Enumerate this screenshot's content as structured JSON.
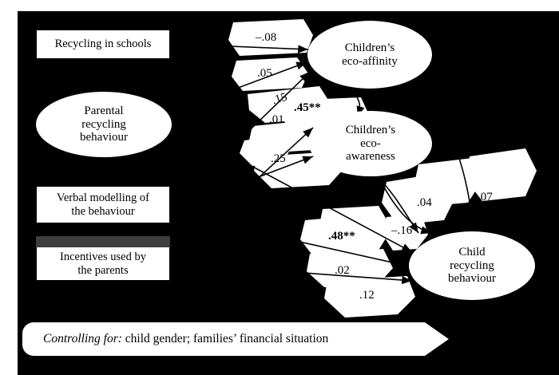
{
  "figure": {
    "type": "path-diagram",
    "background_color": "#000000",
    "node_fill": "#ffffff",
    "band_color": "#3d3d3d"
  },
  "predictors": [
    {
      "id": "recycling-in-schools",
      "label": "Recycling in schools",
      "shape": "rectangle"
    },
    {
      "id": "parental-recycling-behaviour",
      "label": "Parental\nrecycling\nbehaviour",
      "shape": "ellipse"
    },
    {
      "id": "verbal-modelling",
      "label": "Verbal modelling of\nthe behaviour",
      "shape": "rectangle"
    },
    {
      "id": "incentives",
      "label": "Incentives used by\nthe parents",
      "shape": "rectangle"
    }
  ],
  "mediators": [
    {
      "id": "childrens-eco-affinity",
      "label": "Children’s\neco-affinity",
      "shape": "ellipse"
    },
    {
      "id": "childrens-eco-awareness",
      "label": "Children’s\neco-\nawareness",
      "shape": "ellipse"
    }
  ],
  "outcome": {
    "id": "child-recycling-behaviour",
    "label": "Child\nrecycling\nbehaviour",
    "shape": "ellipse"
  },
  "paths": [
    {
      "id": "p1",
      "value": "–.08",
      "bold": false,
      "from": "recycling-in-schools",
      "to": "childrens-eco-affinity"
    },
    {
      "id": "p2",
      "value": ".05",
      "bold": false,
      "from": "parental-recycling-behaviour",
      "to": "childrens-eco-affinity"
    },
    {
      "id": "p3",
      "value": ".15",
      "bold": false,
      "from": "verbal-modelling",
      "to": "childrens-eco-affinity"
    },
    {
      "id": "p4",
      "value": ".45**",
      "bold": true,
      "from": "childrens-eco-affinity",
      "to": "childrens-eco-awareness"
    },
    {
      "id": "p5",
      "value": ".01",
      "bold": false,
      "from": "incentives",
      "to": "childrens-eco-awareness"
    },
    {
      "id": "p6",
      "value": ".25",
      "bold": false,
      "from": "verbal-modelling",
      "to": "childrens-eco-awareness"
    },
    {
      "id": "p7",
      "value": ".04",
      "bold": false,
      "from": "childrens-eco-awareness",
      "to": "child-recycling-behaviour"
    },
    {
      "id": "p8",
      "value": ".07",
      "bold": false,
      "from": "childrens-eco-affinity",
      "to": "child-recycling-behaviour"
    },
    {
      "id": "p9",
      "value": "–.16",
      "bold": false,
      "from": "childrens-eco-awareness",
      "to": "child-recycling-behaviour"
    },
    {
      "id": "p10",
      "value": ".48**",
      "bold": true,
      "from": "parental-recycling-behaviour",
      "to": "child-recycling-behaviour"
    },
    {
      "id": "p11",
      "value": ".02",
      "bold": false,
      "from": "verbal-modelling",
      "to": "child-recycling-behaviour"
    },
    {
      "id": "p12",
      "value": ".12",
      "bold": false,
      "from": "incentives",
      "to": "child-recycling-behaviour"
    }
  ],
  "controlling": {
    "prefix": "Controlling for:",
    "text": " child gender; families’ financial situation"
  }
}
